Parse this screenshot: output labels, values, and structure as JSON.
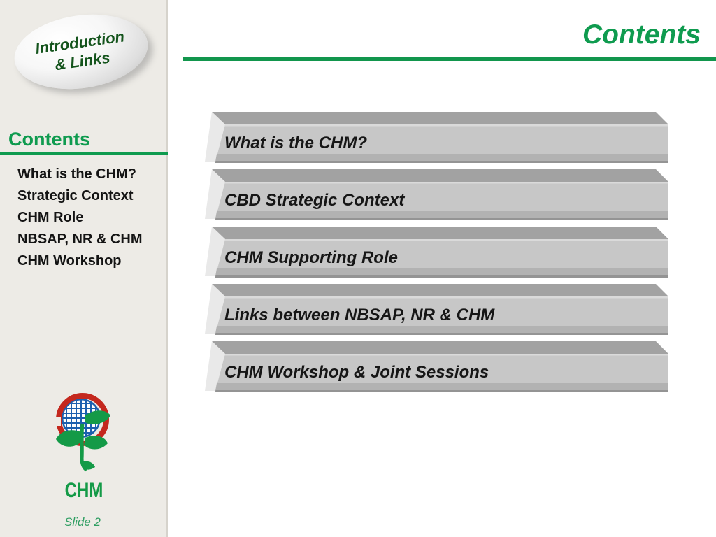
{
  "colors": {
    "accent_green": "#0f9b4f",
    "badge_text_green": "#14541c",
    "slide_number_green": "#2f9e62",
    "sidebar_bg": "#edebe6",
    "bar_front_gray": "#c7c7c7",
    "bar_top_gray": "#a2a2a2",
    "bar_side_gray": "#e9e9e9",
    "logo_blue": "#1c5fae",
    "logo_red": "#c4281e",
    "logo_green": "#149a47"
  },
  "sidebar": {
    "badge": {
      "line1": "Introduction",
      "line2": "& Links"
    },
    "contents_heading": "Contents",
    "items": [
      "What is the CHM?",
      "Strategic Context",
      "CHM Role",
      "NBSAP, NR & CHM",
      "CHM Workshop"
    ],
    "logo_text": "CHM",
    "slide_label": "Slide 2"
  },
  "main": {
    "title": "Contents",
    "bars": [
      {
        "label": "What is the CHM?"
      },
      {
        "label": "CBD Strategic Context"
      },
      {
        "label": "CHM Supporting Role"
      },
      {
        "label": "Links between NBSAP, NR & CHM"
      },
      {
        "label": "CHM Workshop & Joint Sessions"
      }
    ]
  }
}
